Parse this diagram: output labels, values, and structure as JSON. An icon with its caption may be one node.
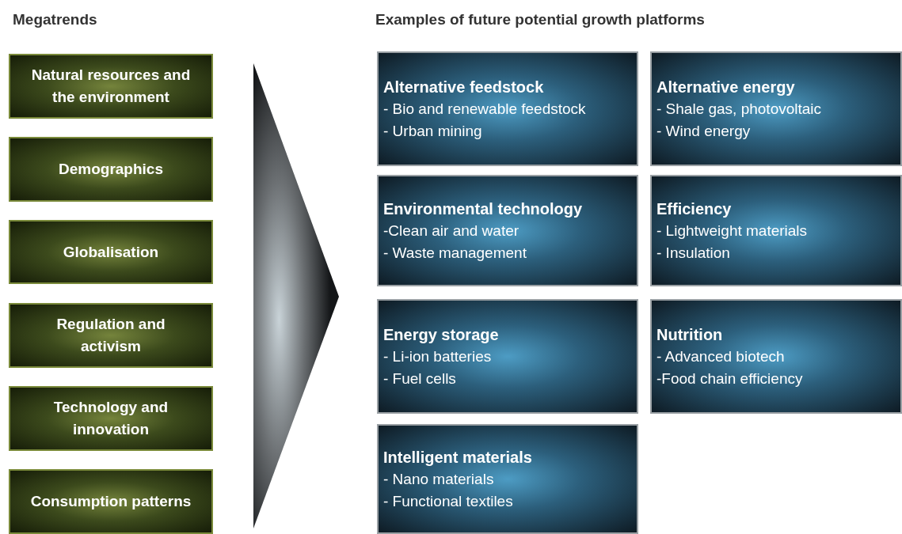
{
  "diagram": {
    "nodes": [
      {
        "text": [
          "Natural resources and the environment"
        ]
      },
      {
        "text": [
          "Demographics"
        ]
      },
      {
        "text": [
          "Globalisation"
        ]
      },
      {
        "text": [
          "Regulation and activism"
        ]
      },
      {
        "text": [
          "Technology and innovation"
        ]
      },
      {
        "text": [
          "Consumption patterns"
        ]
      },
      {
        "text": [
          "Alternative feedstock",
          "- Bio and renewable feedstock",
          "- Urban mining"
        ]
      },
      {
        "text": [
          "Alternative energy",
          "- Shale gas, photovoltaic",
          "- Wind energy"
        ]
      },
      {
        "text": [
          "Environmental technology",
          "-Clean air and water",
          "- Waste management"
        ]
      },
      {
        "text": [
          "Efficiency",
          "- Lightweight materials",
          "- Insulation"
        ]
      },
      {
        "text": [
          "Energy storage",
          "- Li-ion batteries",
          "- Fuel cells"
        ]
      },
      {
        "text": [
          "Nutrition",
          "- Advanced biotech",
          "-Food chain efficiency"
        ]
      },
      {
        "text": [
          "Intelligent materials",
          "- Nano materials",
          "- Functional textiles"
        ]
      }
    ],
    "labels": [
      "Megatrends",
      "Examples of future potential growth platforms"
    ]
  }
}
